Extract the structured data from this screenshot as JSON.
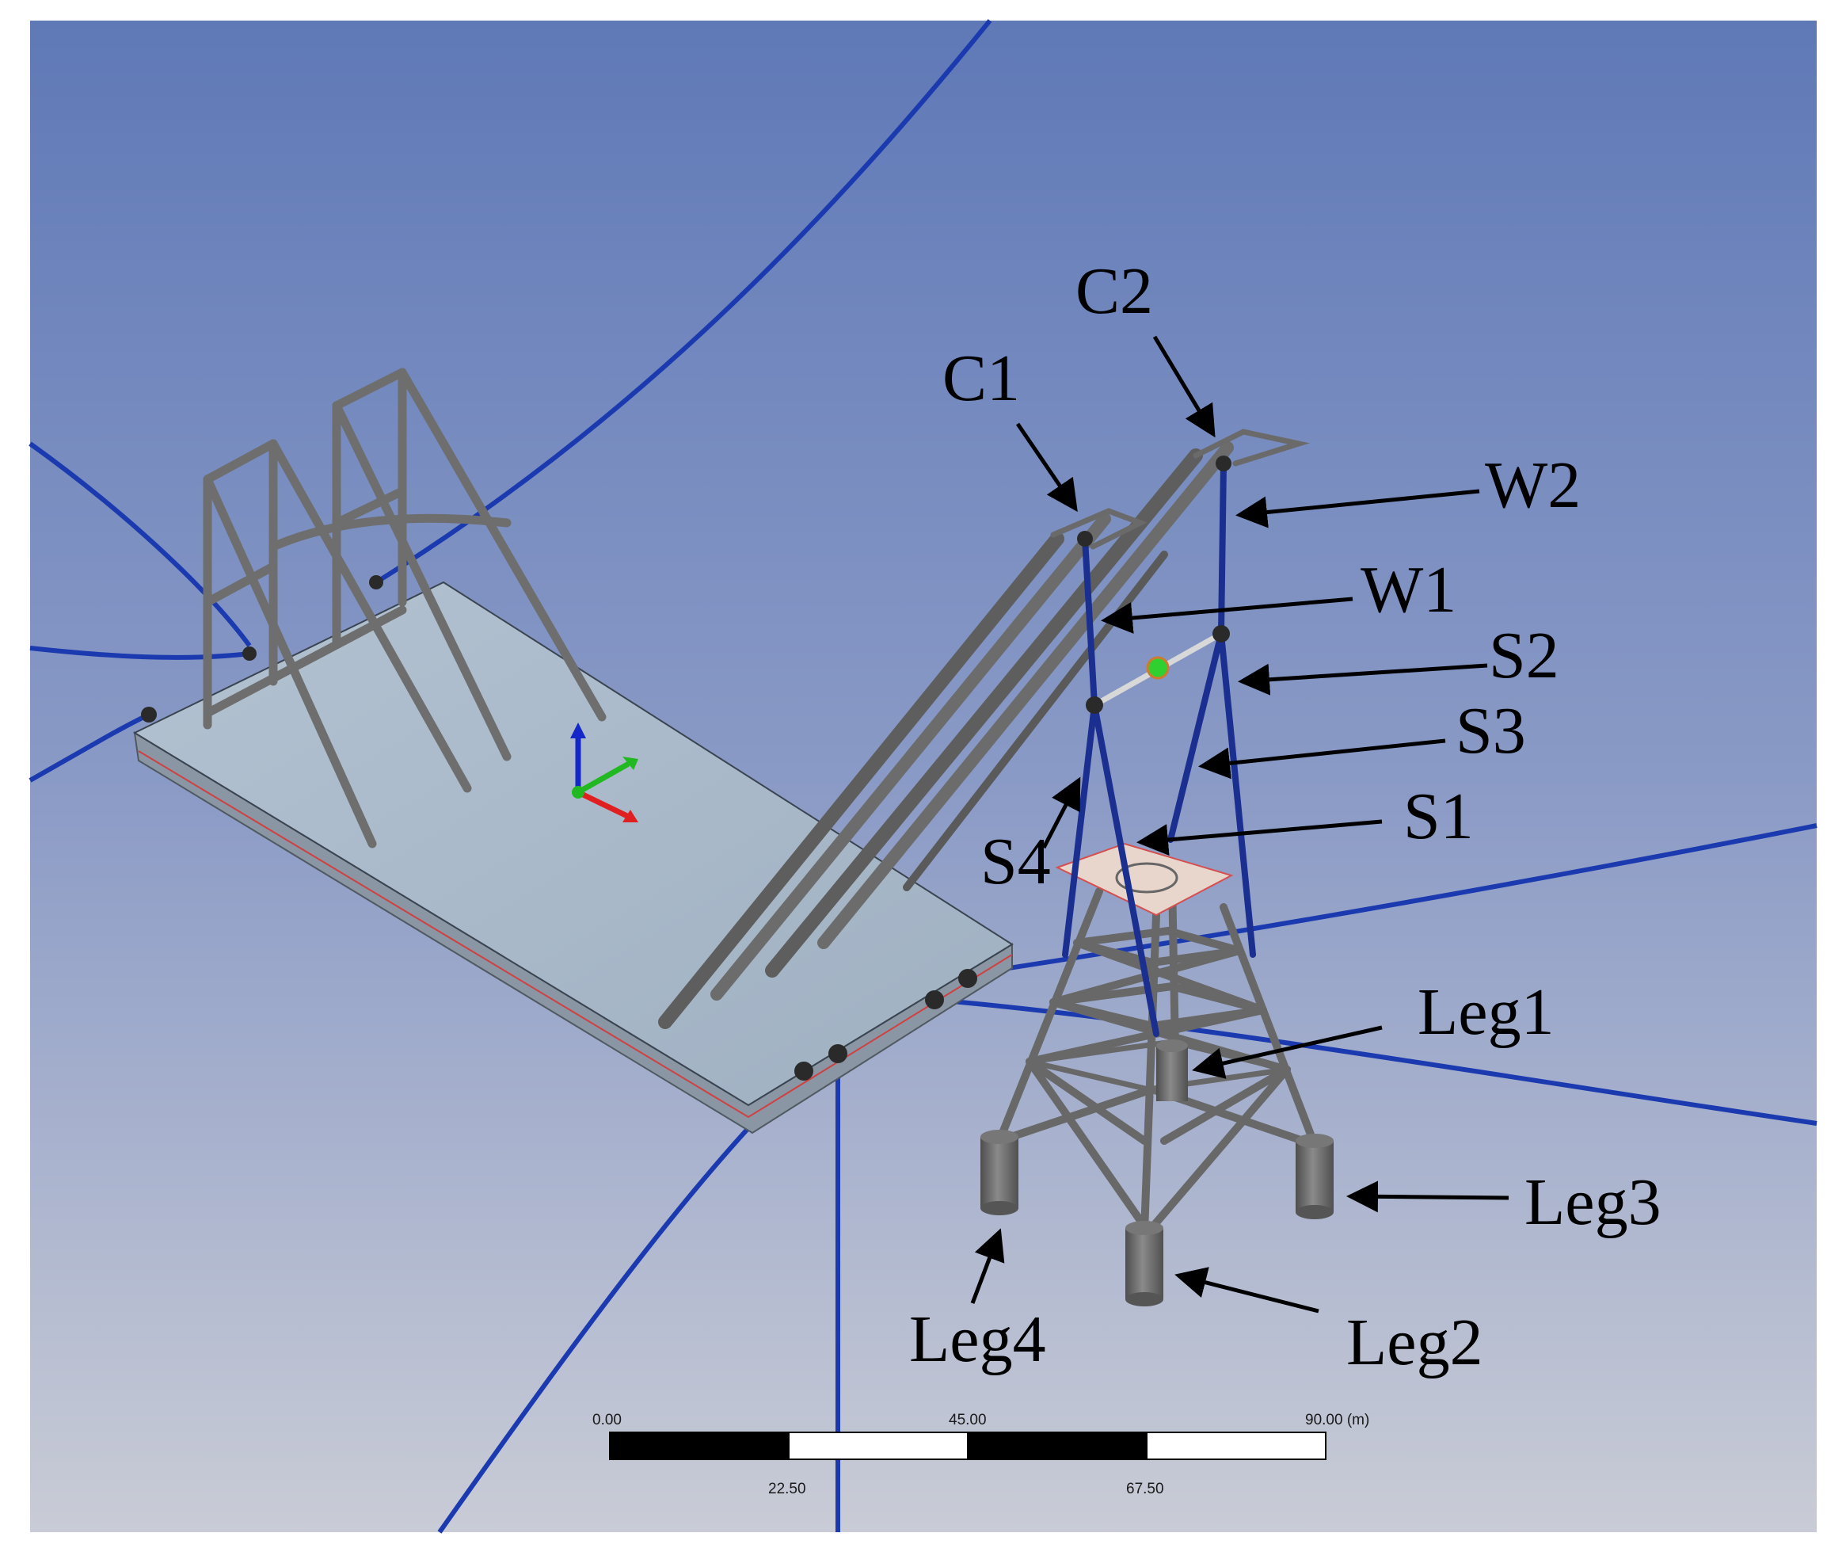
{
  "labels": {
    "c1": "C1",
    "c2": "C2",
    "w1": "W1",
    "w2": "W2",
    "s1": "S1",
    "s2": "S2",
    "s3": "S3",
    "s4": "S4",
    "leg1": "Leg1",
    "leg2": "Leg2",
    "leg3": "Leg3",
    "leg4": "Leg4"
  },
  "scale_bar": {
    "tick_0": "0.00",
    "tick_1": "22.50",
    "tick_2": "45.00",
    "tick_3": "67.50",
    "tick_4": "90.00 (m)"
  },
  "colors": {
    "background_top": "#5f79b7",
    "background_bottom": "#c9ccd6",
    "mooring_line": "#1b3ab0",
    "barge_deck": "#a8b8c8",
    "steel": "#6b6b6b",
    "axis_x": "#e02020",
    "axis_y": "#22b822",
    "axis_z": "#1428c8"
  }
}
